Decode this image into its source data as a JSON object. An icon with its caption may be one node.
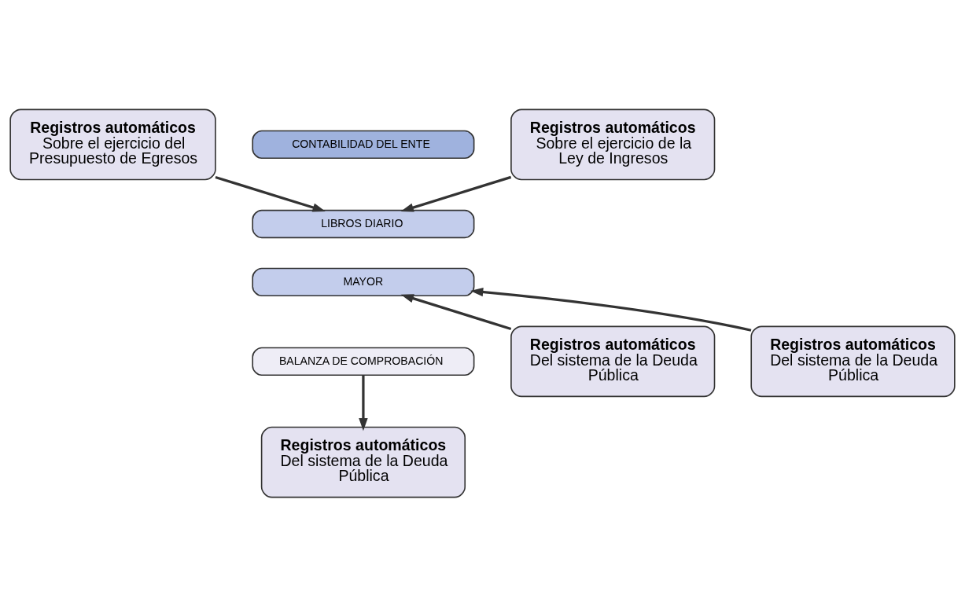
{
  "diagram": {
    "nodes": [
      {
        "text": [
          "Registros automáticos",
          "Sobre el ejercicio del Presupuesto de Egresos"
        ]
      },
      {
        "text": [
          "Registros automáticos",
          "Sobre el ejercicio de la Ley de Ingresos"
        ]
      },
      {
        "text": [
          "CONTABILIDAD DEL ENTE"
        ]
      },
      {
        "text": [
          "LIBROS DIARIO"
        ]
      },
      {
        "text": [
          "MAYOR"
        ]
      },
      {
        "text": [
          "BALANZA DE COMPROBACIÓN"
        ]
      },
      {
        "text": [
          "Registros automáticos",
          "Del sistema de la Deuda Pública"
        ]
      },
      {
        "text": [
          "Registros automáticos",
          "Del sistema de la Deuda Pública"
        ]
      },
      {
        "text": [
          "Registros automáticos",
          "Del sistema de la Deuda Pública"
        ]
      }
    ],
    "edges": [
      {
        "from": 0,
        "to": 3,
        "arrow": "to"
      },
      {
        "from": 1,
        "to": 3,
        "arrow": "to"
      },
      {
        "from": 6,
        "to": 4,
        "arrow": "to"
      },
      {
        "from": 7,
        "to": 4,
        "arrow": "to"
      },
      {
        "from": 5,
        "to": 8,
        "arrow": "to"
      }
    ]
  }
}
